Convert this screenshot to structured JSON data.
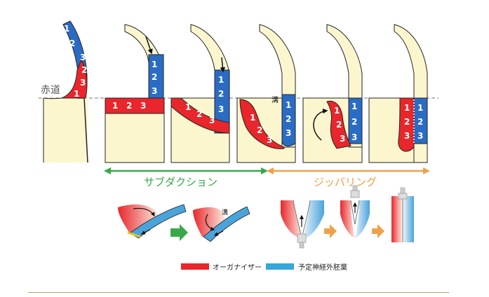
{
  "labels": {
    "equator": "赤道",
    "groove": "溝",
    "subduction": "サブダクション",
    "zippering": "ジッパリング"
  },
  "legend": [
    {
      "label": "オーガナイザー",
      "color": "#e8262b"
    },
    {
      "label": "予定神経外胚葉",
      "color": "#2a6cc4"
    }
  ],
  "numbers": [
    "1",
    "2",
    "3"
  ],
  "colors": {
    "organizer": "#e8262b",
    "neural": "#2a6cc4",
    "cream": "#fcf6cf",
    "subduction": "#38a84a",
    "zippering": "#f0a04a"
  }
}
